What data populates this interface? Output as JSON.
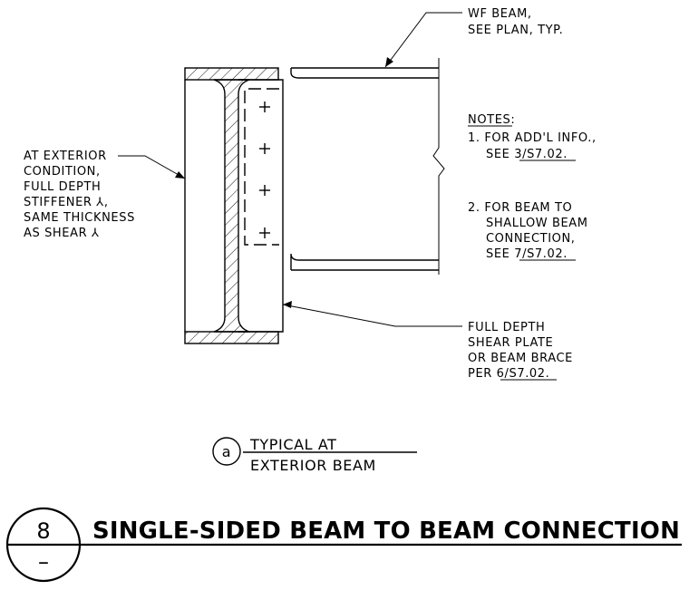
{
  "callout_beam": {
    "line1": "WF BEAM,",
    "line2": "SEE PLAN, TYP."
  },
  "notes": {
    "heading": "NOTES:",
    "note1_line1": "1. FOR ADD'L INFO.,",
    "note1_line2_prefix": "SEE ",
    "note1_ref": "3/S7.02.",
    "note2_line1": "2. FOR BEAM TO",
    "note2_line2": "SHALLOW BEAM",
    "note2_line3": "CONNECTION,",
    "note2_line4_prefix": "SEE ",
    "note2_ref": "7/S7.02."
  },
  "callout_stiffener": {
    "line1": "AT EXTERIOR",
    "line2": "CONDITION,",
    "line3": "FULL DEPTH",
    "line4": "STIFFENER ⅄,",
    "line5": "SAME THICKNESS",
    "line6": "AS SHEAR ⅄"
  },
  "callout_shear_plate": {
    "line1": "FULL DEPTH",
    "line2": "SHEAR PLATE",
    "line3": "OR BEAM BRACE",
    "line4_prefix": "PER ",
    "line4_ref": "6/S7.02."
  },
  "subtitle": {
    "marker": "a",
    "line1": "TYPICAL AT",
    "line2": "EXTERIOR BEAM"
  },
  "title": {
    "number": "8",
    "sheet": "–",
    "text": "SINGLE-SIDED BEAM TO BEAM CONNECTION"
  },
  "bolts": {
    "count": 4,
    "symbol": "+"
  }
}
